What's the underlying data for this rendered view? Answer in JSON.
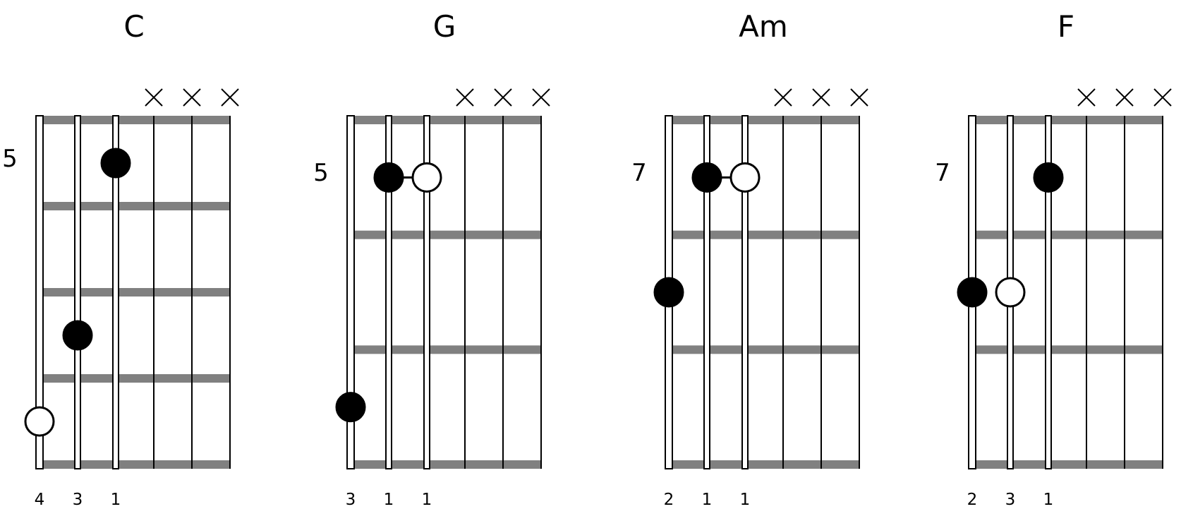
{
  "diagrams": [
    {
      "name": "C",
      "position": "5",
      "frets_shown": 4,
      "muted_strings": [
        4,
        5,
        6
      ],
      "dots": [
        {
          "string": 3,
          "fret": 0.5,
          "fill": "black"
        },
        {
          "string": 2,
          "fret": 2.5,
          "fill": "black"
        },
        {
          "string": 1,
          "fret": 3.5,
          "fill": "white"
        }
      ],
      "fingers": [
        "4",
        "3",
        "1",
        "",
        "",
        ""
      ]
    },
    {
      "name": "G",
      "position": "5",
      "frets_shown": 3,
      "muted_strings": [
        4,
        5,
        6
      ],
      "dots": [
        {
          "string": 2,
          "fret": 0.5,
          "fill": "black"
        },
        {
          "string": 3,
          "fret": 0.5,
          "fill": "white"
        },
        {
          "string": 1,
          "fret": 2.5,
          "fill": "black"
        }
      ],
      "links": [
        {
          "from": 2,
          "to": 3,
          "fret": 0.5
        }
      ],
      "fingers": [
        "3",
        "1",
        "1",
        "",
        "",
        ""
      ]
    },
    {
      "name": "Am",
      "position": "7",
      "frets_shown": 3,
      "muted_strings": [
        4,
        5,
        6
      ],
      "dots": [
        {
          "string": 2,
          "fret": 0.5,
          "fill": "black"
        },
        {
          "string": 3,
          "fret": 0.5,
          "fill": "white"
        },
        {
          "string": 1,
          "fret": 1.5,
          "fill": "black"
        }
      ],
      "links": [
        {
          "from": 2,
          "to": 3,
          "fret": 0.5
        }
      ],
      "fingers": [
        "2",
        "1",
        "1",
        "",
        "",
        ""
      ]
    },
    {
      "name": "F",
      "position": "7",
      "frets_shown": 3,
      "muted_strings": [
        4,
        5,
        6
      ],
      "dots": [
        {
          "string": 3,
          "fret": 0.5,
          "fill": "black"
        },
        {
          "string": 1,
          "fret": 1.5,
          "fill": "black"
        },
        {
          "string": 2,
          "fret": 1.5,
          "fill": "white"
        }
      ],
      "fingers": [
        "2",
        "3",
        "1",
        "",
        "",
        ""
      ]
    }
  ],
  "colors": {
    "fret": "#808080",
    "string": "#000000",
    "dot_filled": "#000000",
    "dot_open": "#ffffff"
  }
}
